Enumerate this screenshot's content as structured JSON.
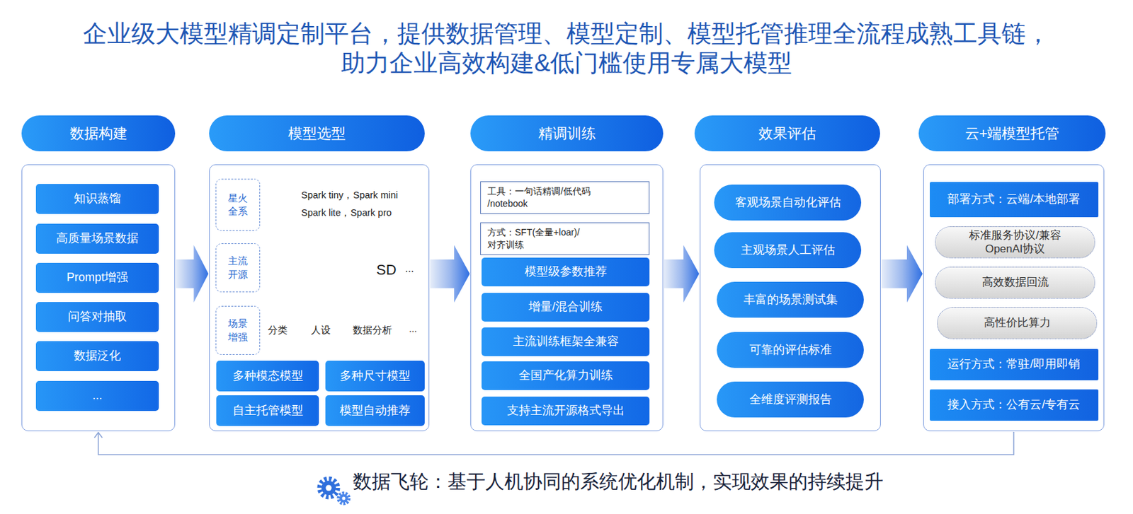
{
  "diagram": {
    "title": "企业级大模型精调定制平台，提供数据管理、模型定制、模型托管推理全流程成熟工具链， 助力企业高效构建&低门槛使用专属大模型",
    "caption": "数据飞轮：基于人机协同的系统优化机制，实现效果的持续提升",
    "nodes": [
      {
        "text": [
          "数据构建"
        ]
      },
      {
        "text": [
          "知识蒸馏"
        ],
        "in": 0
      },
      {
        "text": [
          "高质量场景数据"
        ],
        "in": 0
      },
      {
        "text": [
          "Prompt增强"
        ],
        "in": 0
      },
      {
        "text": [
          "问答对抽取"
        ],
        "in": 0
      },
      {
        "text": [
          "数据泛化"
        ],
        "in": 0
      },
      {
        "text": [
          "..."
        ],
        "in": 0
      },
      {
        "text": [
          "模型选型"
        ]
      },
      {
        "text": [
          "星火 全系"
        ],
        "in": 7
      },
      {
        "text": [
          "主流 开源"
        ],
        "in": 7
      },
      {
        "text": [
          "场景 增强"
        ],
        "in": 7
      },
      {
        "text": [
          "多种模态模型"
        ],
        "in": 7
      },
      {
        "text": [
          "多种尺寸模型"
        ],
        "in": 7
      },
      {
        "text": [
          "自主托管模型"
        ],
        "in": 7
      },
      {
        "text": [
          "模型自动推荐"
        ],
        "in": 7
      },
      {
        "text": [
          "精调训练"
        ]
      },
      {
        "text": [
          "工具：一句话精调/低代码 /notebook"
        ],
        "in": 15
      },
      {
        "text": [
          "方式：SFT(全量+loar)/对齐训练"
        ],
        "in": 15
      },
      {
        "text": [
          "模型级参数推荐"
        ],
        "in": 15
      },
      {
        "text": [
          "增量/混合训练"
        ],
        "in": 15
      },
      {
        "text": [
          "主流训练框架全兼容"
        ],
        "in": 15
      },
      {
        "text": [
          "全国产化算力训练"
        ],
        "in": 15
      },
      {
        "text": [
          "支持主流开源格式导出"
        ],
        "in": 15
      },
      {
        "text": [
          "效果评估"
        ]
      },
      {
        "text": [
          "客观场景自动化评估"
        ],
        "in": 23
      },
      {
        "text": [
          "主观场景人工评估"
        ],
        "in": 23
      },
      {
        "text": [
          "丰富的场景测试集"
        ],
        "in": 23
      },
      {
        "text": [
          "可靠的评估标准"
        ],
        "in": 23
      },
      {
        "text": [
          "全维度评测报告"
        ],
        "in": 23
      },
      {
        "text": [
          "云+端模型托管"
        ]
      },
      {
        "text": [
          "部署方式：云端/本地部署"
        ],
        "in": 29
      },
      {
        "text": [
          "标准服务协议/兼容 OpenAI协议"
        ],
        "in": 29
      },
      {
        "text": [
          "高效数据回流"
        ],
        "in": 29
      },
      {
        "text": [
          "高性价比算力"
        ],
        "in": 29
      },
      {
        "text": [
          "运行方式：常驻/即用即销"
        ],
        "in": 29
      },
      {
        "text": [
          "接入方式：公有云/专有云"
        ],
        "in": 29
      }
    ],
    "edges": [
      {
        "from": 0,
        "to": 7,
        "arrow": "to"
      },
      {
        "from": 7,
        "to": 15,
        "arrow": "to"
      },
      {
        "from": 15,
        "to": 23,
        "arrow": "to"
      },
      {
        "from": 23,
        "to": 29,
        "arrow": "to"
      },
      {
        "from": 29,
        "to": 0,
        "arrow": "to"
      }
    ],
    "labels": [
      "Spark tiny，Spark mini",
      "Spark lite，Spark pro",
      "SD",
      "...",
      "分类",
      "人设",
      "数据分析",
      "..."
    ]
  }
}
